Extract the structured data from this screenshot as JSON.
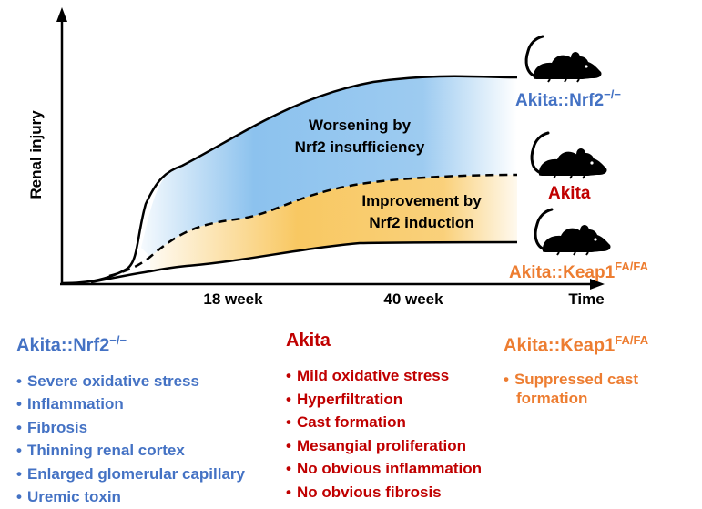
{
  "axes": {
    "y_label": "Renal injury",
    "x_label": "Time",
    "ticks": [
      "18 week",
      "40 week"
    ]
  },
  "regions": {
    "worsening": [
      "Worsening by",
      "Nrf2 insufficiency"
    ],
    "improvement": [
      "Improvement by",
      "Nrf2 induction"
    ]
  },
  "mice": [
    {
      "label": "Akita::Nrf2",
      "sup": "−/−",
      "color": "#4472c4",
      "icon": "mouse-icon"
    },
    {
      "label": "Akita",
      "sup": "",
      "color": "#c00000",
      "icon": "mouse-icon"
    },
    {
      "label": "Akita::Keap1",
      "sup": "FA/FA",
      "color": "#ed7d31",
      "icon": "mouse-icon"
    }
  ],
  "columns": {
    "nrf2": {
      "title": "Akita::Nrf2",
      "title_sup": "−/−",
      "items": [
        "Severe oxidative stress",
        "Inflammation",
        "Fibrosis",
        "Thinning renal cortex",
        "Enlarged glomerular capillary",
        "Uremic toxin"
      ]
    },
    "akita": {
      "title": "Akita",
      "items": [
        "Mild oxidative stress",
        "Hyperfiltration",
        "Cast formation",
        "Mesangial proliferation",
        "No obvious inflammation",
        "No obvious fibrosis"
      ]
    },
    "keap1": {
      "title": "Akita::Keap1",
      "title_sup": "FA/FA",
      "items": [
        "Suppressed cast formation"
      ]
    }
  },
  "colors": {
    "blue": "#4472c4",
    "red": "#c00000",
    "orange": "#ed7d31",
    "fill_blue": "#8cc2ee",
    "fill_yellow": "#f8c55a"
  }
}
